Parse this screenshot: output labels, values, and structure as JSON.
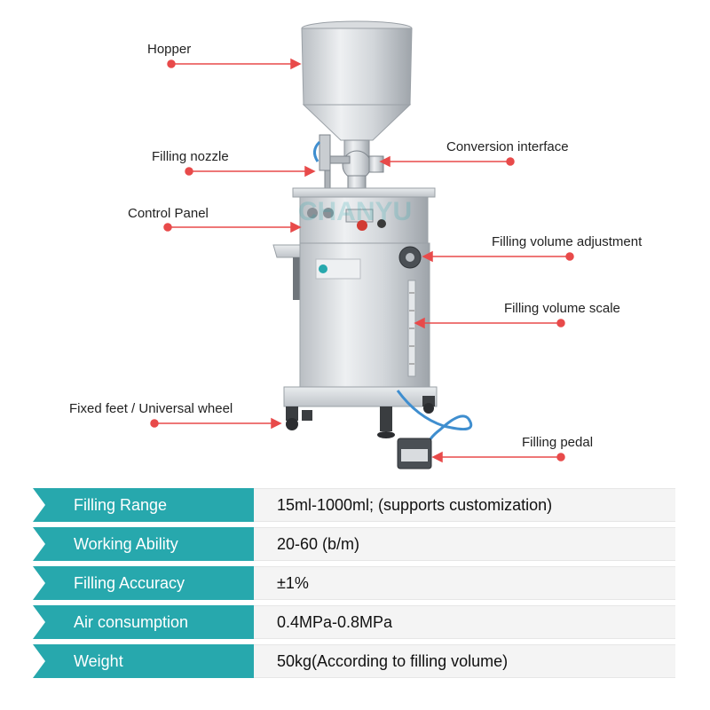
{
  "callouts": {
    "hopper": "Hopper",
    "filling_nozzle": "Filling nozzle",
    "control_panel": "Control Panel",
    "conversion_interface": "Conversion interface",
    "filling_volume_adjustment": "Filling volume adjustment",
    "filling_volume_scale": "Filling volume scale",
    "fixed_feet": "Fixed feet / Universal wheel",
    "filling_pedal": "Filling pedal"
  },
  "watermark": "CHANYU",
  "specs": [
    {
      "key": "Filling  Range",
      "value": "15ml-1000ml; (supports customization)"
    },
    {
      "key": "Working Ability",
      "value": "20-60 (b/m)"
    },
    {
      "key": "Filling Accuracy",
      "value": "±1%"
    },
    {
      "key": "Air consumption",
      "value": "0.4MPa-0.8MPa"
    },
    {
      "key": "Weight",
      "value": "50kg(According to filling volume)"
    }
  ],
  "colors": {
    "accent": "#27a8ad",
    "callout_line": "#e84a4a"
  }
}
